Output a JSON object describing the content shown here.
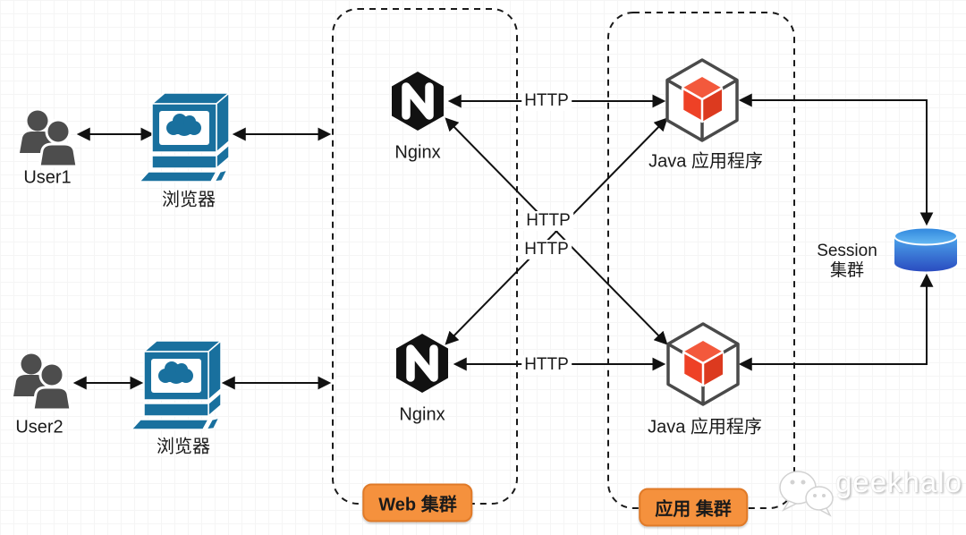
{
  "colors": {
    "node-teal": "#19709e",
    "node-black": "#111111",
    "cube-outline": "#4a4a4a",
    "cube-red": "#ee4126",
    "cube-red-top": "#f3593c",
    "cube-red-right": "#dc3a1f",
    "user-gray": "#4d4d4d",
    "badge-orange": "#f5913d",
    "badge-border": "#e07a28",
    "line-black": "#111111"
  },
  "nodes": {
    "user1": "User1",
    "user2": "User2",
    "browser1": "浏览器",
    "browser2": "浏览器",
    "nginx1": "Nginx",
    "nginx2": "Nginx",
    "java1": "Java 应用程序",
    "java2": "Java 应用程序",
    "session_line1": "Session",
    "session_line2": "集群"
  },
  "clusters": {
    "web_badge": "Web 集群",
    "app_badge": "应用 集群"
  },
  "edge_labels": {
    "http_top": "HTTP",
    "http_mid_upper": "HTTP",
    "http_mid_lower": "HTTP",
    "http_bottom": "HTTP"
  },
  "watermark": {
    "text": "geekhalo"
  }
}
